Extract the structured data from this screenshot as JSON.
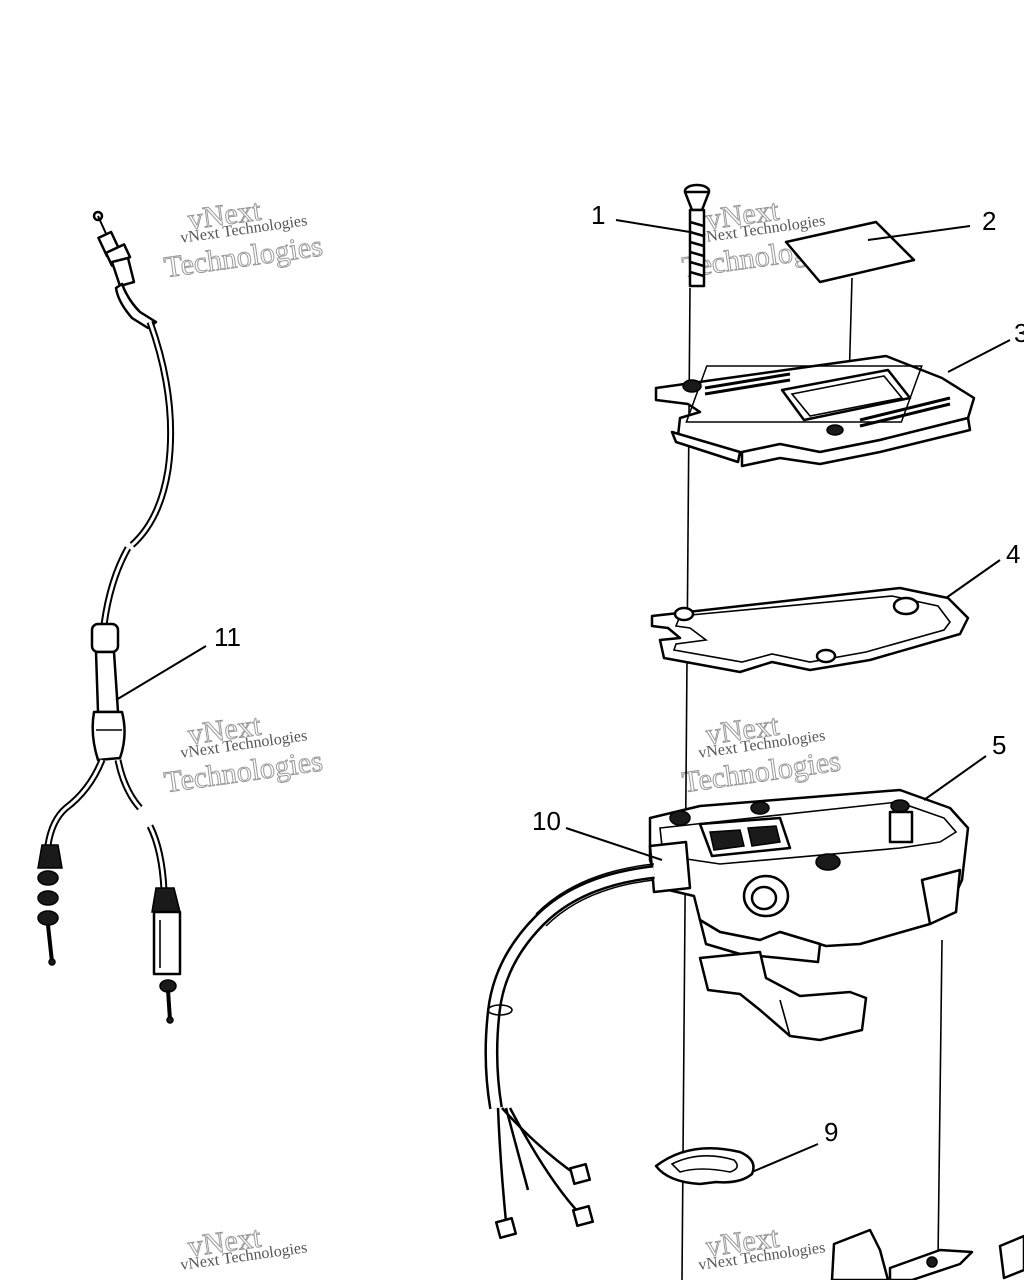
{
  "watermark": {
    "line1": "vNext Technologies",
    "line2": "vNext",
    "line3": "Technologies"
  },
  "callouts": [
    {
      "id": "1",
      "label": "1"
    },
    {
      "id": "2",
      "label": "2"
    },
    {
      "id": "3",
      "label": "3"
    },
    {
      "id": "4",
      "label": "4"
    },
    {
      "id": "5",
      "label": "5"
    },
    {
      "id": "9",
      "label": "9"
    },
    {
      "id": "10",
      "label": "10"
    },
    {
      "id": "11",
      "label": "11"
    }
  ]
}
